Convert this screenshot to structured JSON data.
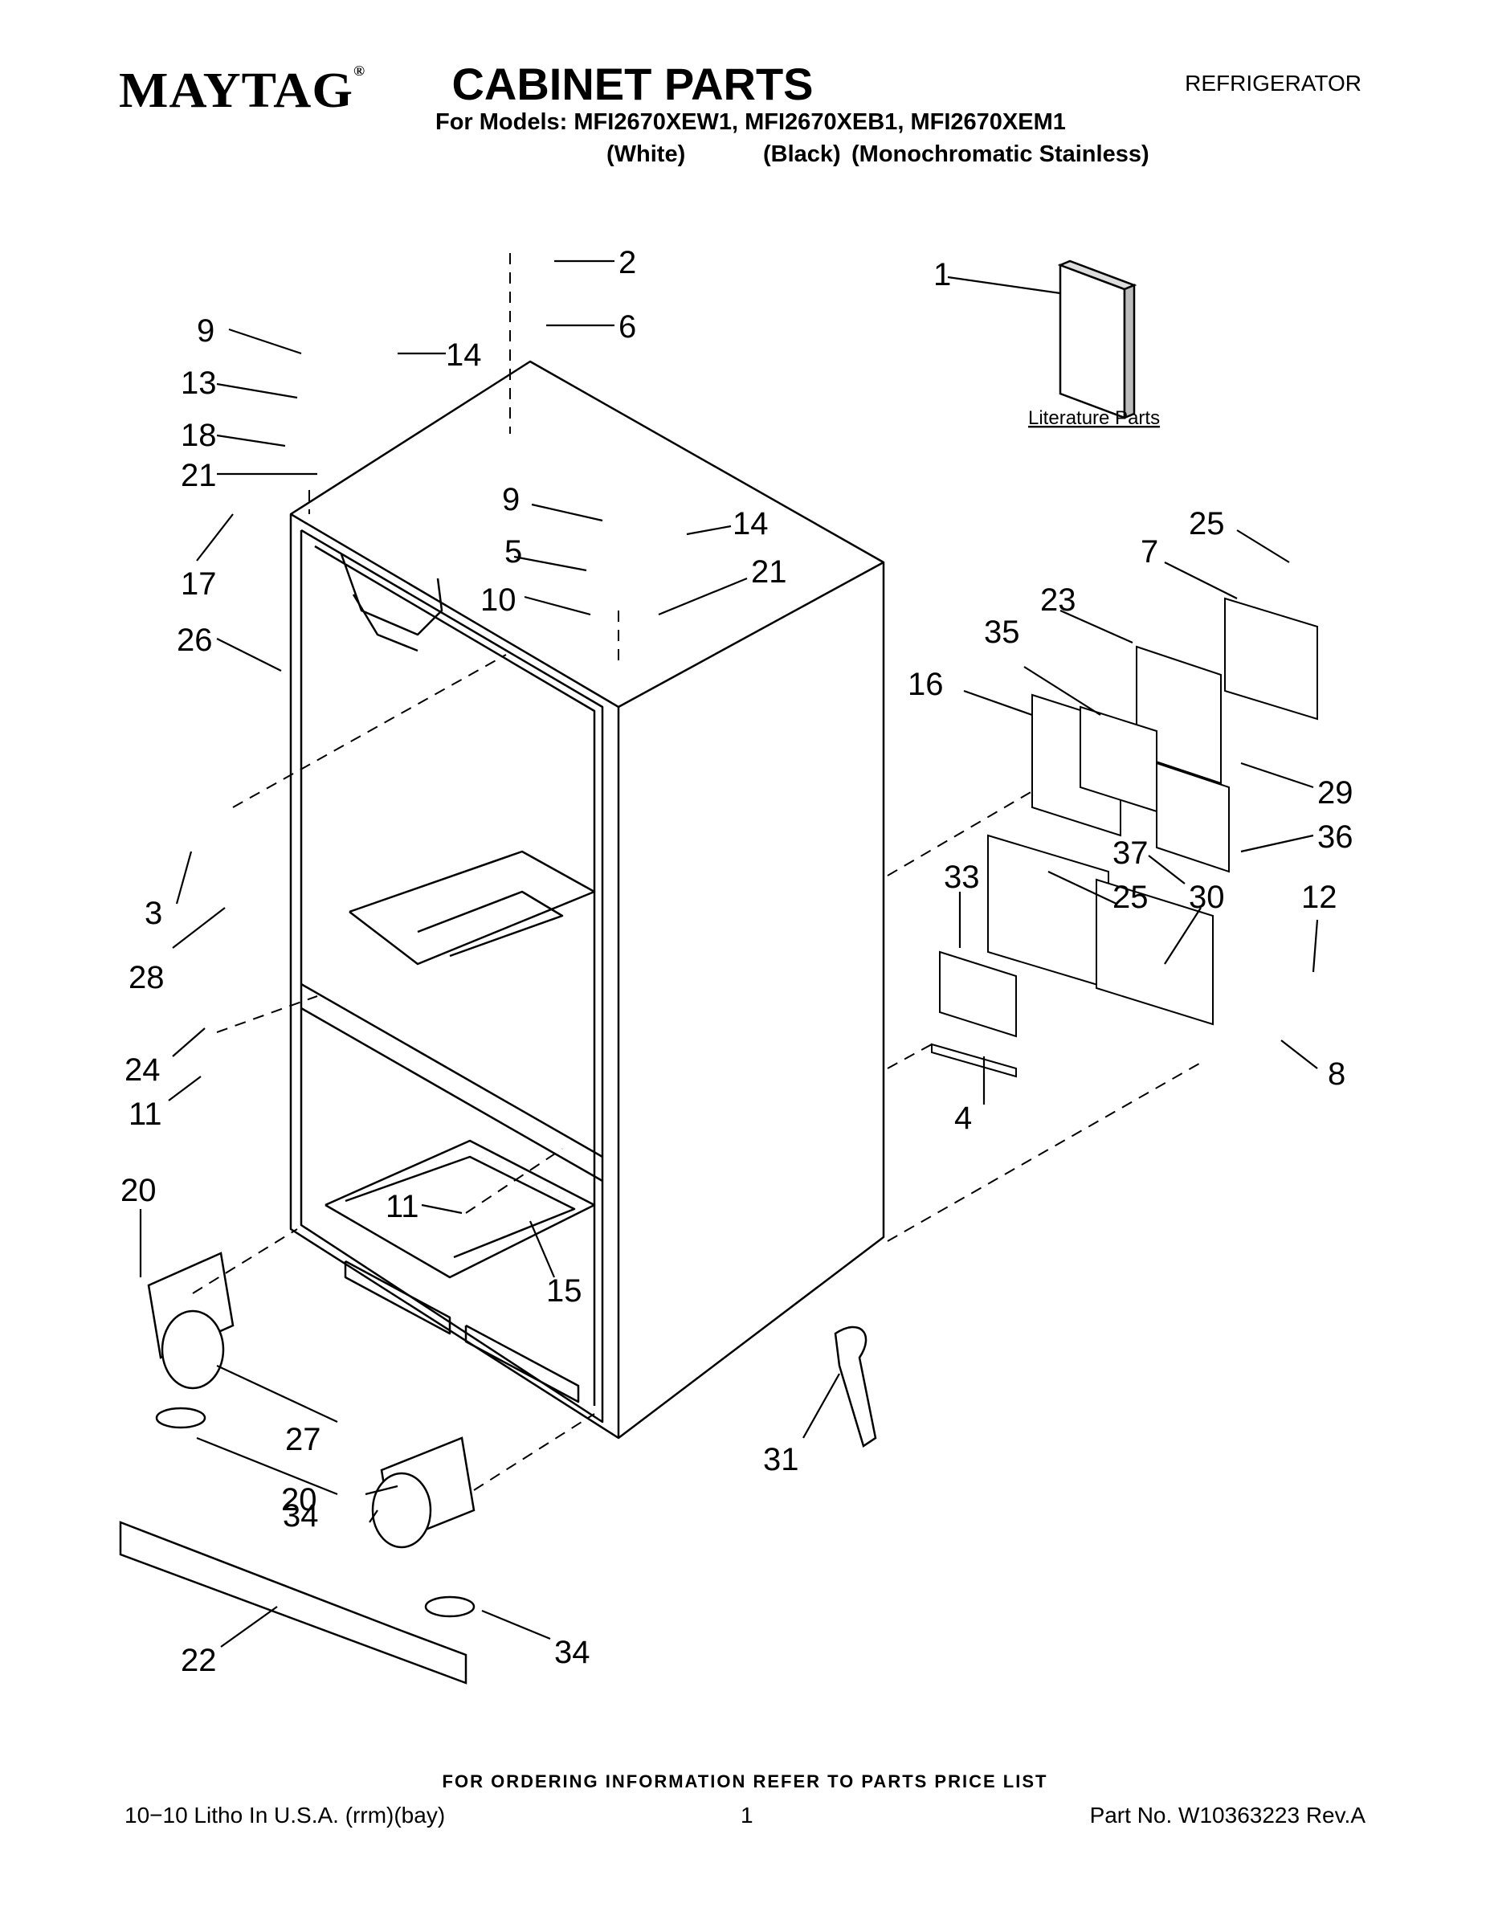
{
  "header": {
    "brand": "MAYTAG",
    "brand_mark": "®",
    "title": "CABINET PARTS",
    "category": "REFRIGERATOR",
    "models_line": "For Models: MFI2670XEW1, MFI2670XEB1, MFI2670XEM1",
    "finishes": [
      "(White)",
      "(Black)",
      "(Monochromatic Stainless)"
    ]
  },
  "diagram": {
    "literature_label": "Literature Parts",
    "callouts": [
      "1",
      "2",
      "3",
      "4",
      "5",
      "6",
      "7",
      "8",
      "9",
      "9",
      "10",
      "11",
      "11",
      "12",
      "13",
      "14",
      "14",
      "15",
      "16",
      "17",
      "18",
      "20",
      "20",
      "21",
      "21",
      "22",
      "23",
      "24",
      "25",
      "25",
      "26",
      "27",
      "28",
      "29",
      "30",
      "31",
      "33",
      "34",
      "34",
      "35",
      "36",
      "37"
    ]
  },
  "footer": {
    "ordering_note": "FOR ORDERING INFORMATION REFER TO PARTS PRICE LIST",
    "litho": "10−10 Litho In U.S.A. (rrm)(bay)",
    "page": "1",
    "part_no": "Part No. W10363223 Rev.A"
  }
}
